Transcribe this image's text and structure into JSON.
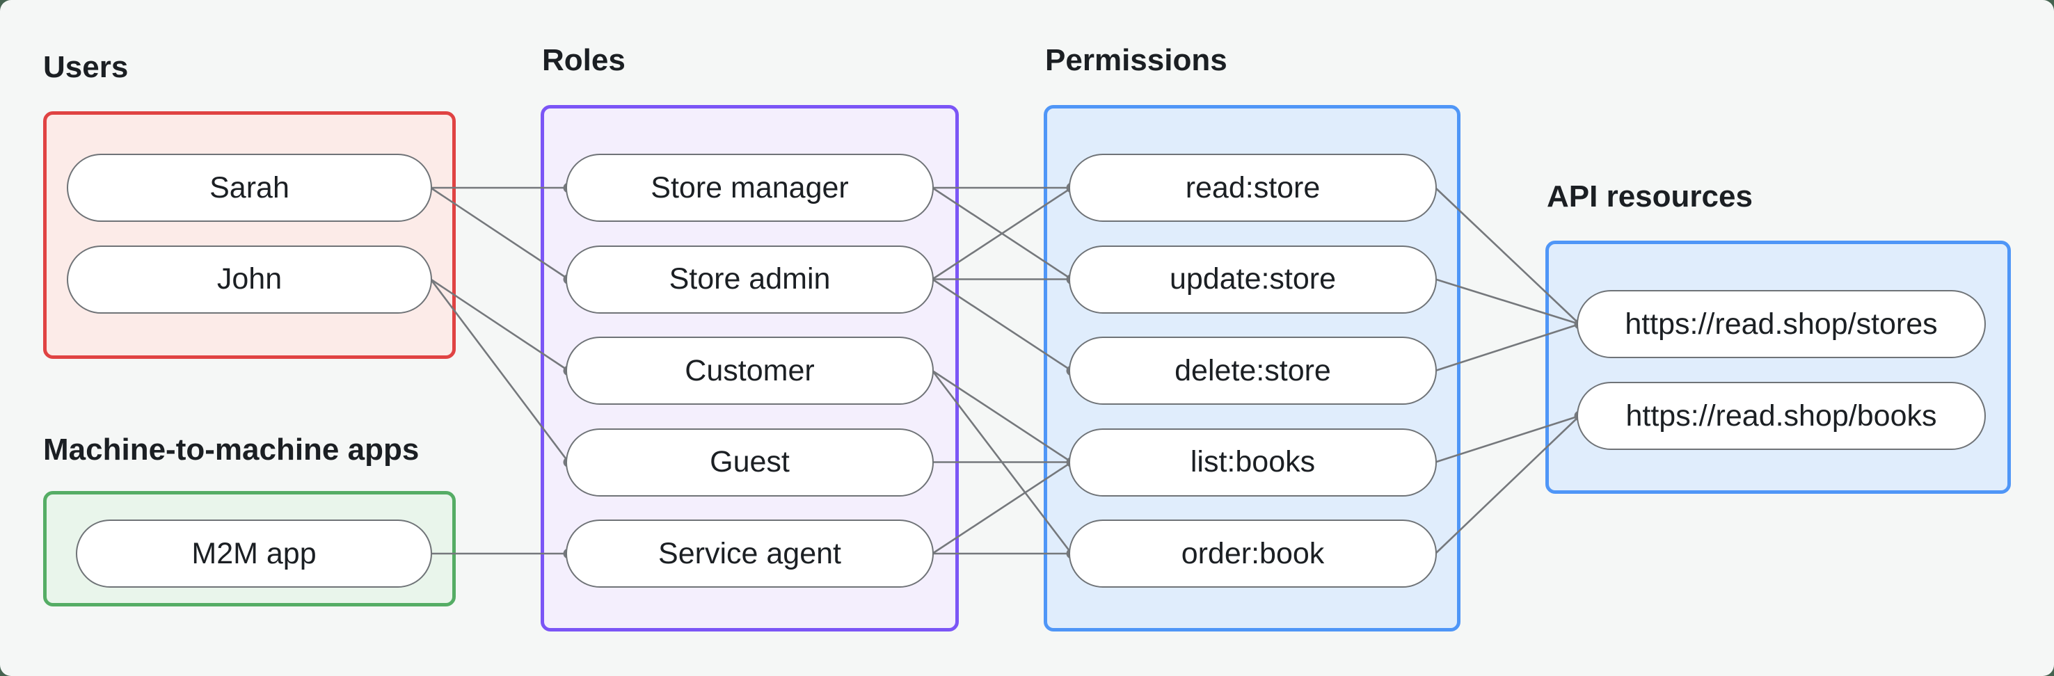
{
  "diagram": {
    "groups": {
      "users": {
        "label": "Users",
        "border_color": "#E04343",
        "fill_color": "#FCEBE8",
        "nodes": [
          {
            "id": "sarah",
            "label": "Sarah"
          },
          {
            "id": "john",
            "label": "John"
          }
        ]
      },
      "m2m": {
        "label": "Machine-to-machine apps",
        "border_color": "#55AD65",
        "fill_color": "#E9F5EB",
        "nodes": [
          {
            "id": "m2m-app",
            "label": "M2M app"
          }
        ]
      },
      "roles": {
        "label": "Roles",
        "border_color": "#7B55F6",
        "fill_color": "#F4EFFD",
        "nodes": [
          {
            "id": "store-manager",
            "label": "Store manager"
          },
          {
            "id": "store-admin",
            "label": "Store admin"
          },
          {
            "id": "customer",
            "label": "Customer"
          },
          {
            "id": "guest",
            "label": "Guest"
          },
          {
            "id": "service-agent",
            "label": "Service agent"
          }
        ]
      },
      "permissions": {
        "label": "Permissions",
        "border_color": "#4F96F7",
        "fill_color": "#E0EDFC",
        "nodes": [
          {
            "id": "read-store",
            "label": "read:store"
          },
          {
            "id": "update-store",
            "label": "update:store"
          },
          {
            "id": "delete-store",
            "label": "delete:store"
          },
          {
            "id": "list-books",
            "label": "list:books"
          },
          {
            "id": "order-book",
            "label": "order:book"
          }
        ]
      },
      "api_resources": {
        "label": "API resources",
        "border_color": "#4F96F7",
        "fill_color": "#E0EDFC",
        "nodes": [
          {
            "id": "stores",
            "label": "https://read.shop/stores"
          },
          {
            "id": "books",
            "label": "https://read.shop/books"
          }
        ]
      }
    },
    "edges": [
      {
        "from": "sarah",
        "to": "store-manager"
      },
      {
        "from": "sarah",
        "to": "store-admin"
      },
      {
        "from": "john",
        "to": "customer"
      },
      {
        "from": "john",
        "to": "guest"
      },
      {
        "from": "m2m-app",
        "to": "service-agent"
      },
      {
        "from": "store-manager",
        "to": "read-store"
      },
      {
        "from": "store-manager",
        "to": "update-store"
      },
      {
        "from": "store-admin",
        "to": "read-store"
      },
      {
        "from": "store-admin",
        "to": "update-store"
      },
      {
        "from": "store-admin",
        "to": "delete-store"
      },
      {
        "from": "customer",
        "to": "list-books"
      },
      {
        "from": "customer",
        "to": "order-book"
      },
      {
        "from": "guest",
        "to": "list-books"
      },
      {
        "from": "service-agent",
        "to": "list-books"
      },
      {
        "from": "service-agent",
        "to": "order-book"
      },
      {
        "from": "read-store",
        "to": "stores"
      },
      {
        "from": "update-store",
        "to": "stores"
      },
      {
        "from": "delete-store",
        "to": "stores"
      },
      {
        "from": "list-books",
        "to": "books"
      },
      {
        "from": "order-book",
        "to": "books"
      }
    ],
    "style": {
      "edge_color": "#75787C",
      "node_border_color": "#6F7377",
      "node_fill_color": "#FFFFFF",
      "text_color": "#1B1F23",
      "canvas_color": "#F5F7F6",
      "page_background": "#456350"
    }
  }
}
